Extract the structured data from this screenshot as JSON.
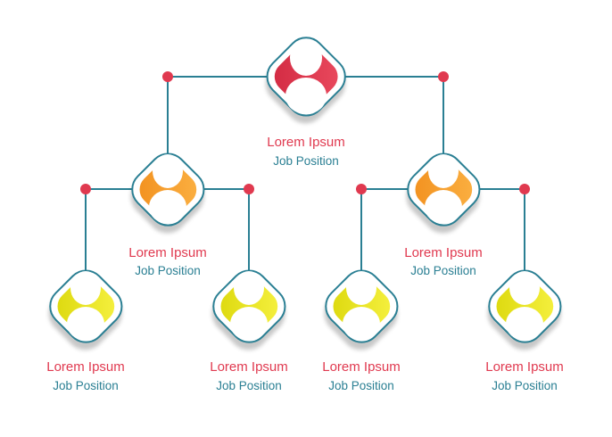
{
  "colors": {
    "connector": "#2a7f93",
    "dot": "#e0394f",
    "border": "#2a7f93",
    "name_text": "#e0394f",
    "position_text": "#2a7f93",
    "level_fill": {
      "top": [
        "#ea4a5e",
        "#d22a42"
      ],
      "middle": [
        "#fbb143",
        "#f2901e"
      ],
      "bottom": [
        "#f6f141",
        "#dcd80c"
      ]
    }
  },
  "avatar_icon": "person-icon",
  "nodes": [
    {
      "id": "ceo",
      "level": "top",
      "name": "Lorem Ipsum",
      "position": "Job Position"
    },
    {
      "id": "manager-left",
      "level": "middle",
      "name": "Lorem Ipsum",
      "position": "Job Position"
    },
    {
      "id": "manager-right",
      "level": "middle",
      "name": "Lorem Ipsum",
      "position": "Job Position"
    },
    {
      "id": "staff-1",
      "level": "bottom",
      "name": "Lorem Ipsum",
      "position": "Job Position"
    },
    {
      "id": "staff-2",
      "level": "bottom",
      "name": "Lorem Ipsum",
      "position": "Job Position"
    },
    {
      "id": "staff-3",
      "level": "bottom",
      "name": "Lorem Ipsum",
      "position": "Job Position"
    },
    {
      "id": "staff-4",
      "level": "bottom",
      "name": "Lorem Ipsum",
      "position": "Job Position"
    }
  ],
  "links": [
    {
      "from": "ceo",
      "to": "manager-left"
    },
    {
      "from": "ceo",
      "to": "manager-right"
    },
    {
      "from": "manager-left",
      "to": "staff-1"
    },
    {
      "from": "manager-left",
      "to": "staff-2"
    },
    {
      "from": "manager-right",
      "to": "staff-3"
    },
    {
      "from": "manager-right",
      "to": "staff-4"
    }
  ]
}
